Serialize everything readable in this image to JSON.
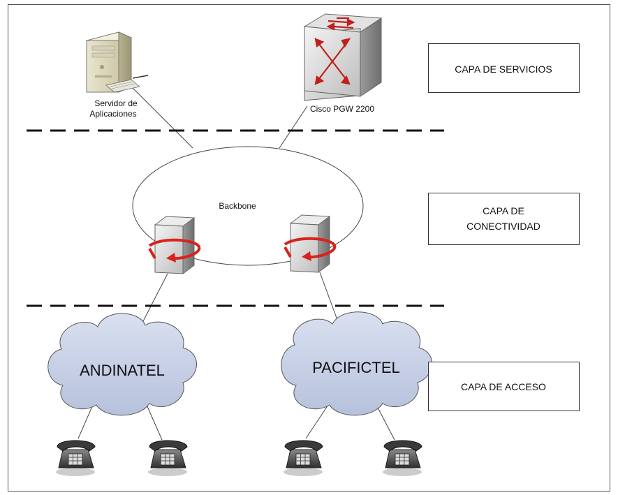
{
  "nodes": {
    "app_server": {
      "label_line1": "Servidor de",
      "label_line2": "Aplicaciones",
      "icon": "server-tower-icon"
    },
    "pgw": {
      "label": "Cisco PGW 2200",
      "icon": "switch-icon"
    },
    "backbone": {
      "label": "Backbone"
    },
    "router_left": {
      "icon": "router-icon"
    },
    "router_right": {
      "icon": "router-icon"
    },
    "cloud_left": {
      "label": "ANDINATEL"
    },
    "cloud_right": {
      "label": "PACIFICTEL"
    },
    "phones": [
      {
        "icon": "telephone-icon"
      },
      {
        "icon": "telephone-icon"
      },
      {
        "icon": "telephone-icon"
      },
      {
        "icon": "telephone-icon"
      }
    ]
  },
  "layers": {
    "services": "CAPA DE SERVICIOS",
    "connectivity_line1": "CAPA DE",
    "connectivity_line2": "CONECTIVIDAD",
    "access": "CAPA DE ACCESO"
  },
  "colors": {
    "border": "#333333",
    "cloud_fill": "#c7d0e6",
    "router_arrow": "#d8231c",
    "line": "#444444",
    "divider": "#111111"
  }
}
